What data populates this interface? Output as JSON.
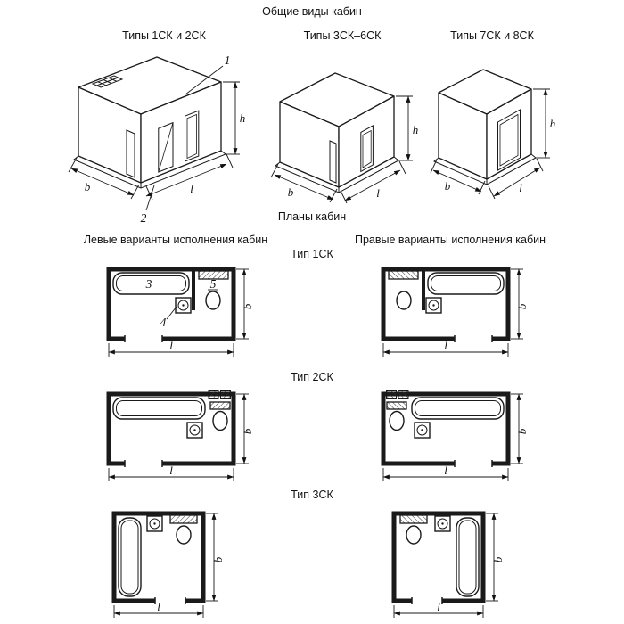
{
  "titles": {
    "general": "Общие виды кабин",
    "plans": "Планы кабин"
  },
  "views": {
    "v1": {
      "label": "Типы 1СК и 2СК"
    },
    "v2": {
      "label": "Типы 3СК–6СК"
    },
    "v3": {
      "label": "Типы 7СК и 8СК"
    }
  },
  "dims": {
    "b": "b",
    "l": "l",
    "h": "h"
  },
  "callouts": {
    "c1": "1",
    "c2": "2",
    "c3": "3",
    "c4": "4",
    "c5": "5"
  },
  "plans": {
    "left_header": "Левые варианты исполнения кабин",
    "right_header": "Правые варианты исполнения кабин",
    "type1": "Тип 1СК",
    "type2": "Тип 2СК",
    "type3": "Тип 3СК"
  }
}
